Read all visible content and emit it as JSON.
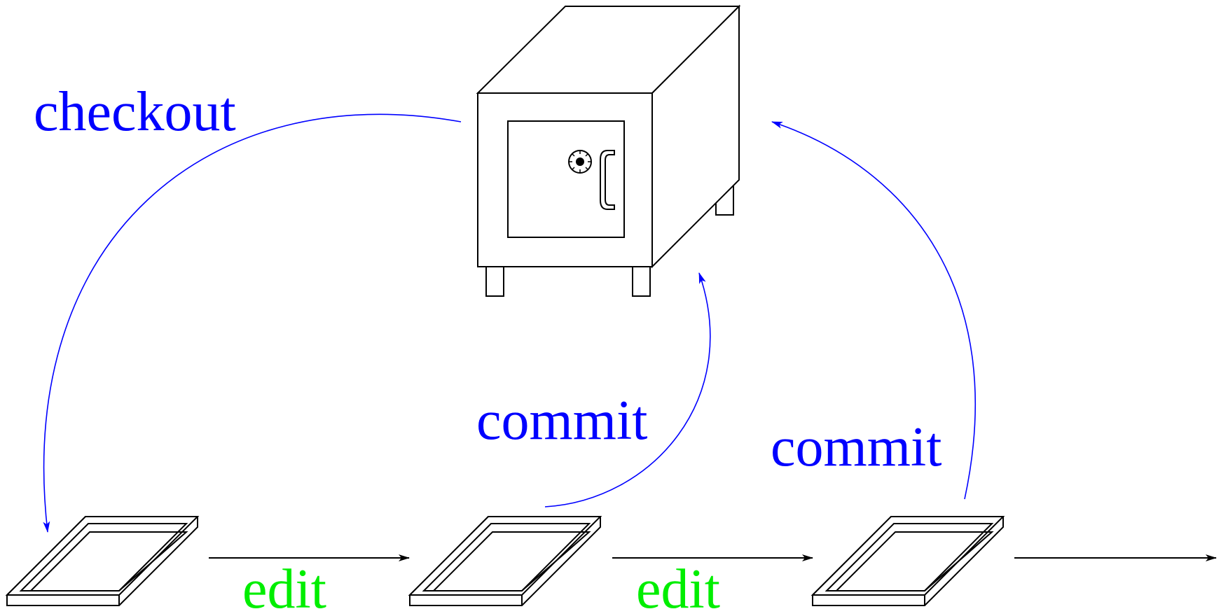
{
  "labels": {
    "checkout": "checkout",
    "commit_middle": "commit",
    "commit_right": "commit",
    "edit_first": "edit",
    "edit_second": "edit"
  },
  "colors": {
    "vcs_action": "#0000ff",
    "edit_action": "#00ee00",
    "drawing": "#000000",
    "background": "#ffffff"
  },
  "icons": {
    "repository": "safe-icon",
    "working_copy": "tray-icon"
  }
}
